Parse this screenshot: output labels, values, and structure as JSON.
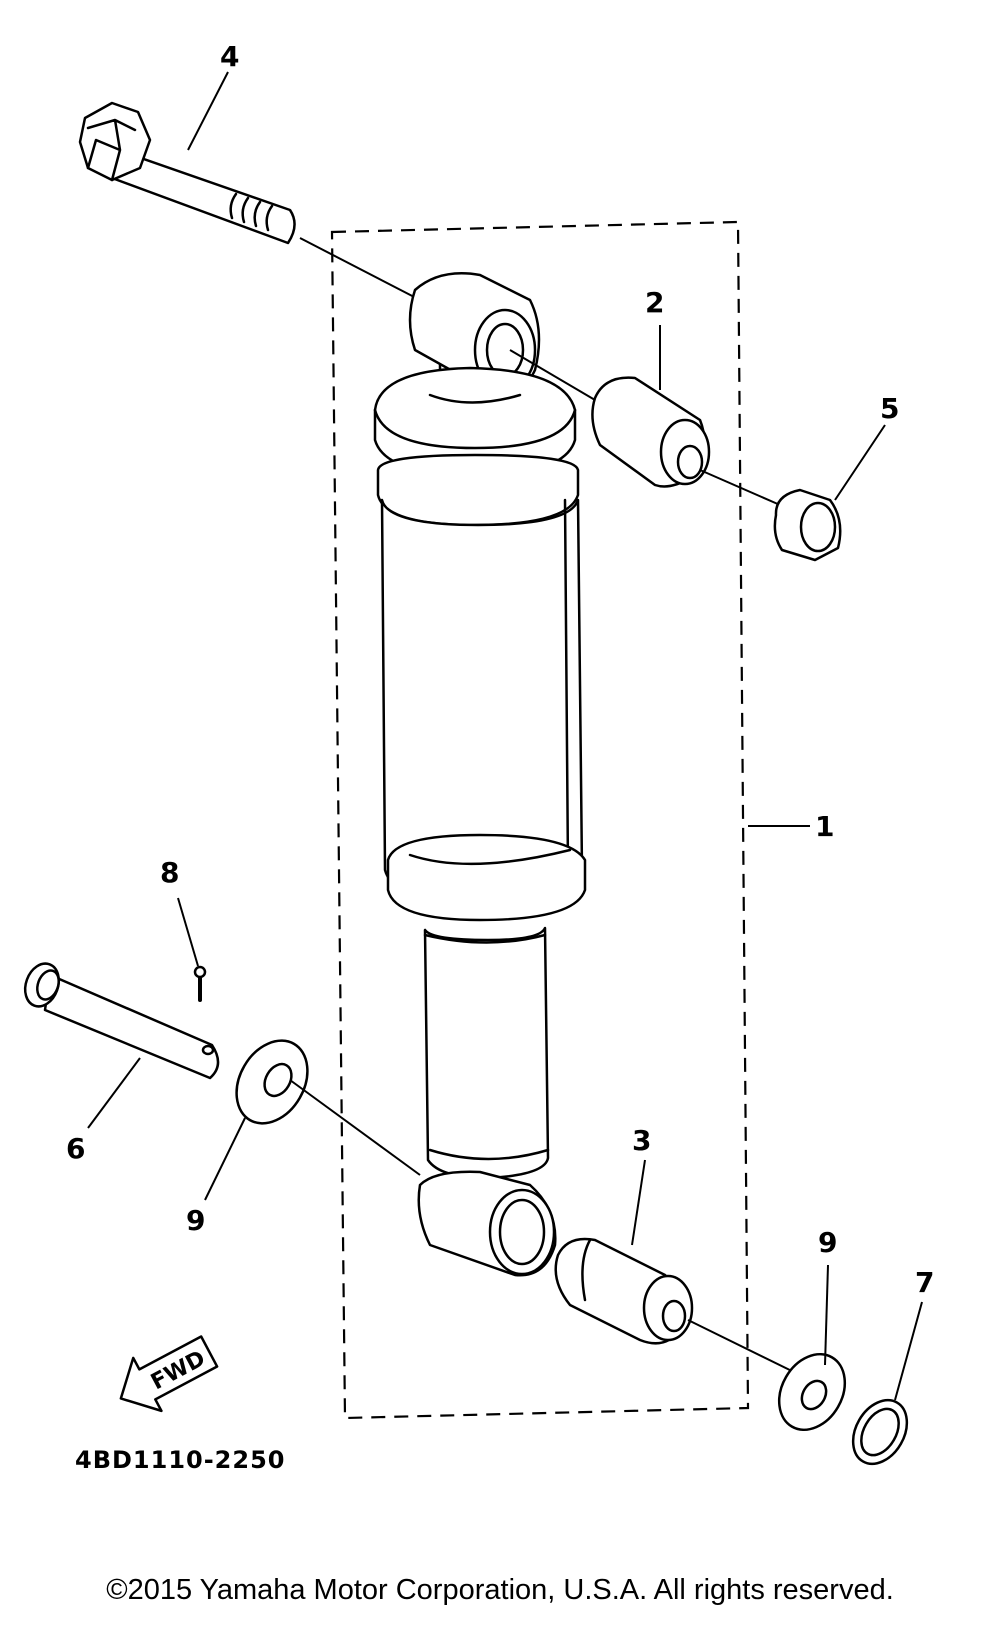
{
  "diagram": {
    "callouts": [
      {
        "id": "1",
        "label": "1"
      },
      {
        "id": "2",
        "label": "2"
      },
      {
        "id": "3",
        "label": "3"
      },
      {
        "id": "4",
        "label": "4"
      },
      {
        "id": "5",
        "label": "5"
      },
      {
        "id": "6",
        "label": "6"
      },
      {
        "id": "7",
        "label": "7"
      },
      {
        "id": "8",
        "label": "8"
      },
      {
        "id": "9a",
        "label": "9"
      },
      {
        "id": "9b",
        "label": "9"
      }
    ],
    "fwd_label": "FWD",
    "drawing_code": "4BD1110-2250"
  },
  "footer": {
    "copyright": "©2015 Yamaha Motor Corporation, U.S.A. All rights reserved."
  }
}
